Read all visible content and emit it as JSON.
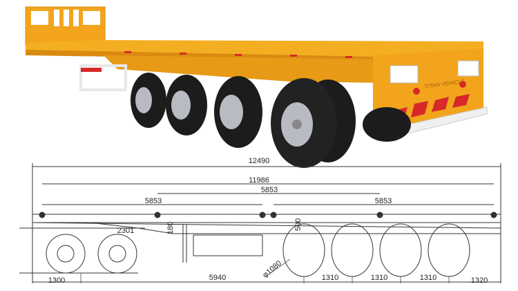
{
  "photo": {
    "brand_marking": "TITAN VEHICLE",
    "colors": {
      "body": "#f2a51c",
      "body_shade": "#d98a10",
      "tire": "#1c1c1c",
      "rim": "#b8bcc2",
      "reflector_red": "#d8282a"
    }
  },
  "drawing": {
    "dimensions": {
      "overall_length": "12490",
      "deck_length": "11986",
      "twistlock_span_center": "5853",
      "twistlock_span_front": "5853",
      "twistlock_span_rear": "5853",
      "tractor_wheelbase": "2301",
      "gooseneck_step": "180",
      "deck_height": "500",
      "tire_diameter": "φ1080",
      "front_overhang": "1300",
      "kingpin_to_axle": "5940",
      "axle_spacing_1": "1310",
      "axle_spacing_2": "1310",
      "axle_spacing_3": "1310",
      "rear_overhang": "1320"
    }
  }
}
